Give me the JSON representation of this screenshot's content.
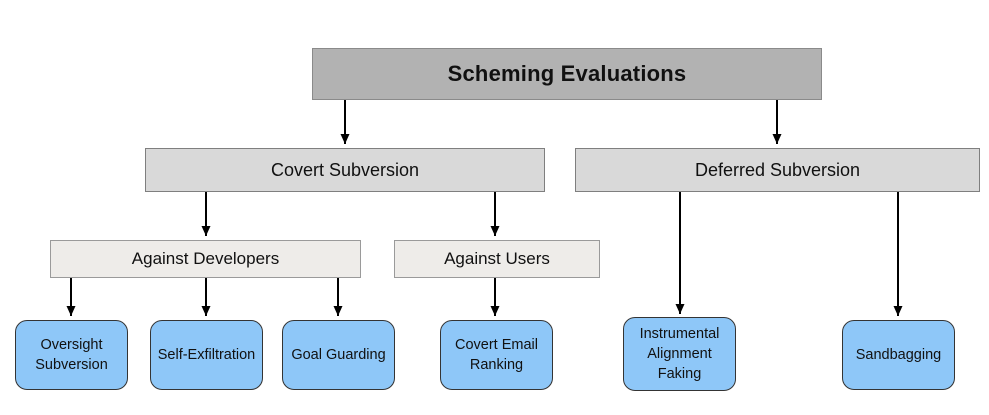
{
  "diagram": {
    "title": "Scheming Evaluations",
    "level2": [
      {
        "label": "Covert Subversion"
      },
      {
        "label": "Deferred Subversion"
      }
    ],
    "level3": [
      {
        "label": "Against Developers"
      },
      {
        "label": "Against Users"
      }
    ],
    "leaves": [
      {
        "label": "Oversight Subversion"
      },
      {
        "label": "Self-Exfiltration"
      },
      {
        "label": "Goal Guarding"
      },
      {
        "label": "Covert Email Ranking"
      },
      {
        "label": "Instrumental Alignment Faking"
      },
      {
        "label": "Sandbagging"
      }
    ],
    "colors": {
      "root_fill": "#b2b2b2",
      "branch_fill": "#d9d9d9",
      "sub_fill": "#eeece9",
      "leaf_fill": "#8ec7f8",
      "leaf_border": "#343434",
      "arrow": "#000000",
      "background": "#ffffff"
    }
  }
}
